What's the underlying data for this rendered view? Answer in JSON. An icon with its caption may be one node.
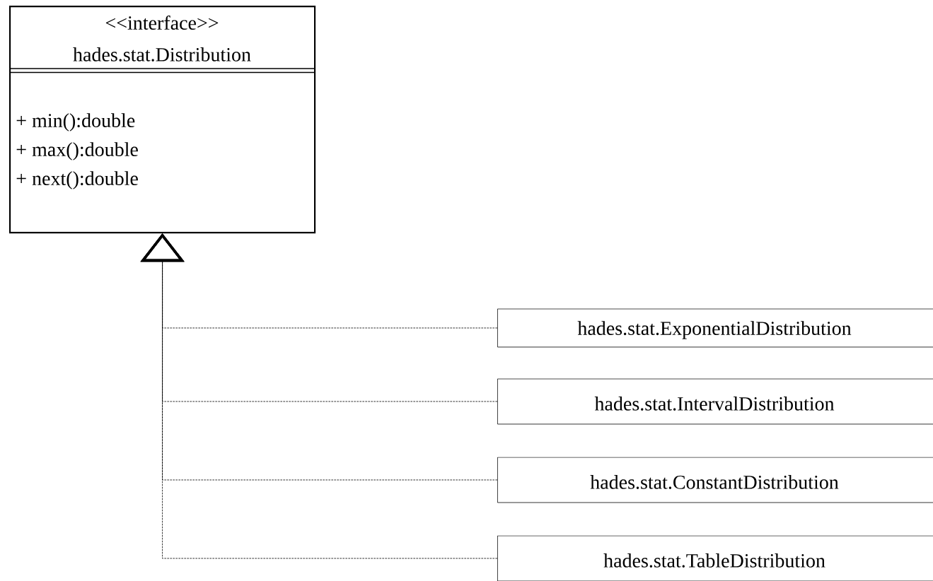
{
  "diagram": {
    "nodes": [
      {
        "text": [
          "<<interface>>",
          "hades.stat.Distribution",
          "+ min():double",
          "+ max():double",
          "+ next():double"
        ]
      },
      {
        "text": [
          "hades.stat.ExponentialDistribution"
        ]
      },
      {
        "text": [
          "hades.stat.IntervalDistribution"
        ]
      },
      {
        "text": [
          "hades.stat.ConstantDistribution"
        ]
      },
      {
        "text": [
          "hades.stat.TableDistribution"
        ]
      }
    ],
    "edges": [
      {
        "from": 1,
        "to": 0,
        "arrow": "to",
        "style": "dashed"
      },
      {
        "from": 2,
        "to": 0,
        "arrow": "to",
        "style": "dashed"
      },
      {
        "from": 3,
        "to": 0,
        "arrow": "to",
        "style": "dashed"
      },
      {
        "from": 4,
        "to": 0,
        "arrow": "to",
        "style": "dashed"
      }
    ]
  }
}
